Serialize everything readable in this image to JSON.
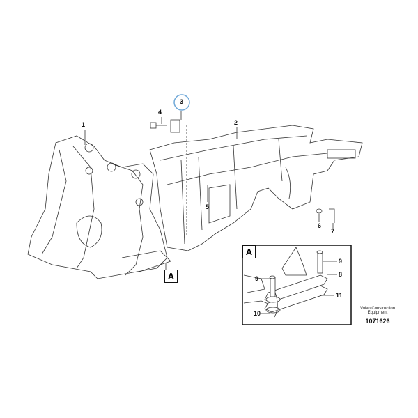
{
  "diagram": {
    "callouts": {
      "p1": "1",
      "p2": "2",
      "p3": "3",
      "p4": "4",
      "p5": "5",
      "p6": "6",
      "p7": "7",
      "view_ref": "A"
    },
    "highlight_color": "#6fa8d8",
    "inset": {
      "title": "A",
      "callouts": {
        "p9a": "9",
        "p9b": "9",
        "p8": "8",
        "p11": "11",
        "p10": "10"
      }
    },
    "credit": "Volvo Construction Equipment",
    "drawing_number": "1071626"
  }
}
